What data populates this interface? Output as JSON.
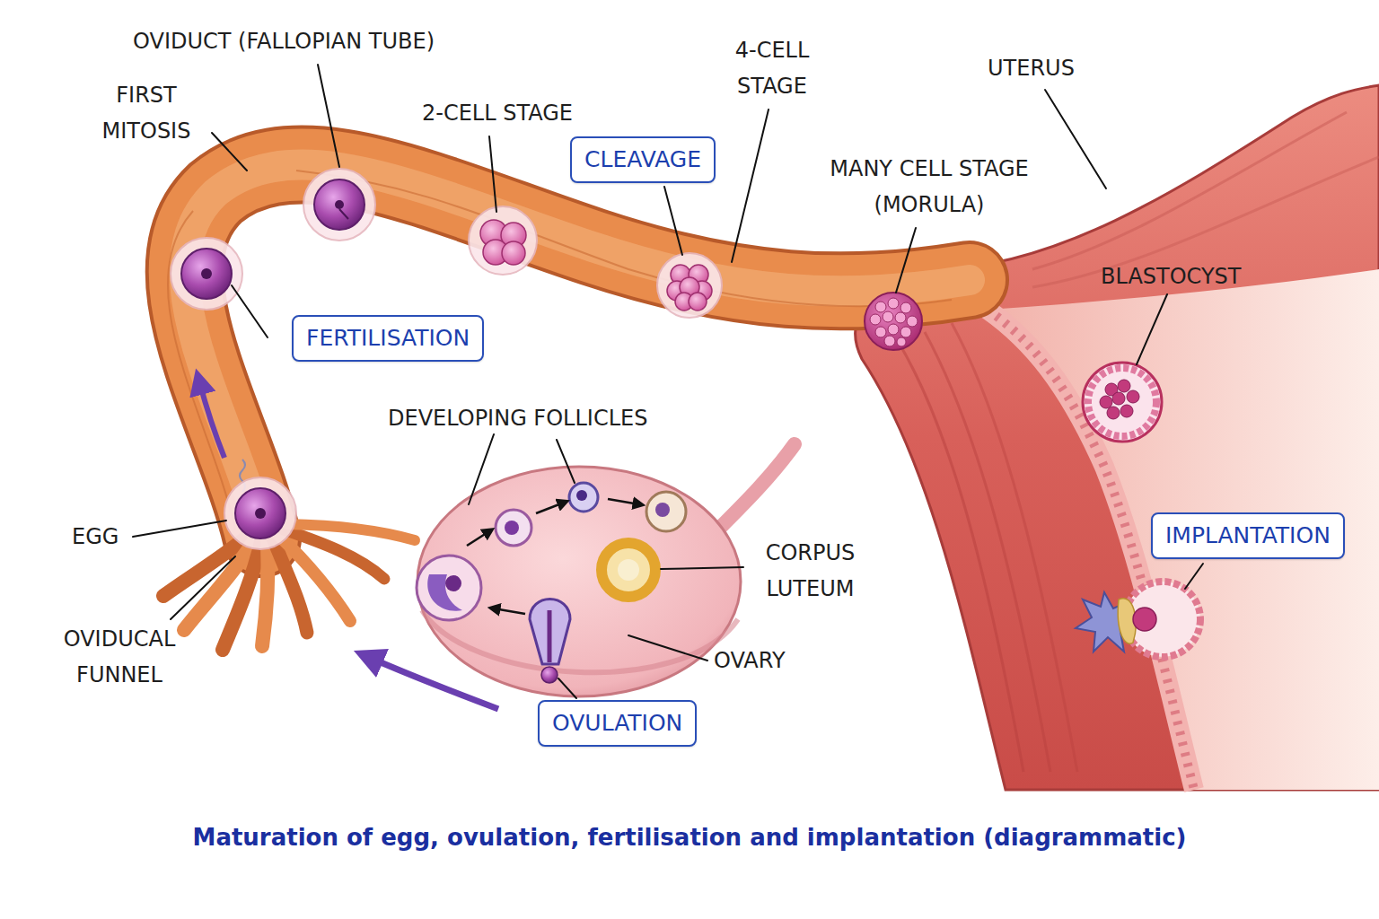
{
  "diagram": {
    "caption": "Maturation of egg, ovulation, fertilisation and implantation (diagrammatic)",
    "nodes": [
      {
        "text": [
          "CLEAVAGE"
        ]
      },
      {
        "text": [
          "FERTILISATION"
        ]
      },
      {
        "text": [
          "IMPLANTATION"
        ]
      },
      {
        "text": [
          "OVULATION"
        ]
      }
    ],
    "labels": [
      "FIRST MITOSIS",
      "OVIDUCT (FALLOPIAN TUBE)",
      "2-CELL STAGE",
      "4-CELL STAGE",
      "UTERUS",
      "MANY CELL STAGE (MORULA)",
      "BLASTOCYST",
      "DEVELOPING FOLLICLES",
      "EGG",
      "CORPUS LUTEUM",
      "OVIDUCAL FUNNEL",
      "OVARY"
    ]
  }
}
